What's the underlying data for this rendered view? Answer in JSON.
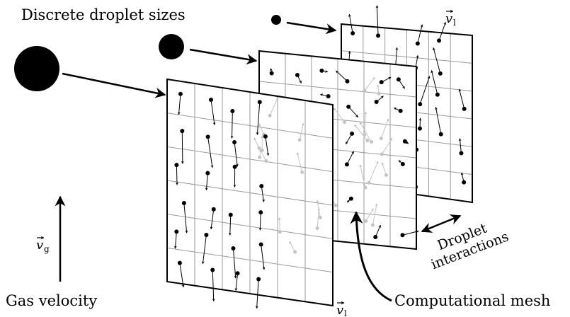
{
  "labels": {
    "droplet_sizes": "Discrete droplet sizes",
    "gas_velocity": "Gas velocity",
    "computational_mesh": "Computational mesh",
    "droplet_interactions_line1": "Droplet",
    "droplet_interactions_line2": "interactions"
  },
  "symbols": {
    "v_gas": {
      "symbol": "v",
      "subscript": "g"
    },
    "v_liquid_top": {
      "symbol": "v",
      "subscript": "l"
    },
    "v_liquid_bottom": {
      "symbol": "v",
      "subscript": "l"
    }
  },
  "colors": {
    "ink": "#000000",
    "grid": "#9a9a9a",
    "ghost": "#c4c4c4"
  }
}
